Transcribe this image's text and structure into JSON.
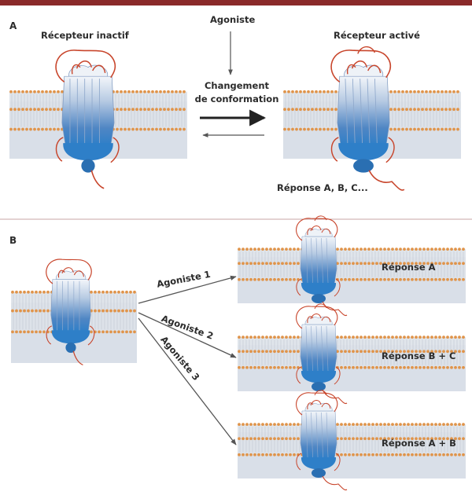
{
  "colors": {
    "brand_rule": "#8a2a2a",
    "membrane_band": "#dde2e9",
    "cytoplasm": "#d9dfe8",
    "lipid_head": "#e0944a",
    "loop": "#c8452b",
    "receptor_blue": "#2e7fc8",
    "arrow": "#222222",
    "section_divider": "#c9a6a6"
  },
  "panel_a": {
    "label": "A",
    "inactive_title": "Récepteur inactif",
    "agonist_label": "Agoniste",
    "change_label_line1": "Changement",
    "change_label_line2": "de conformation",
    "active_title": "Récepteur activé",
    "response_label": "Réponse A, B, C..."
  },
  "panel_b": {
    "label": "B",
    "agonists": [
      {
        "label": "Agoniste 1",
        "response": "Réponse A"
      },
      {
        "label": "Agoniste 2",
        "response": "Réponse B + C"
      },
      {
        "label": "Agoniste 3",
        "response": "Réponse A + B"
      }
    ]
  }
}
